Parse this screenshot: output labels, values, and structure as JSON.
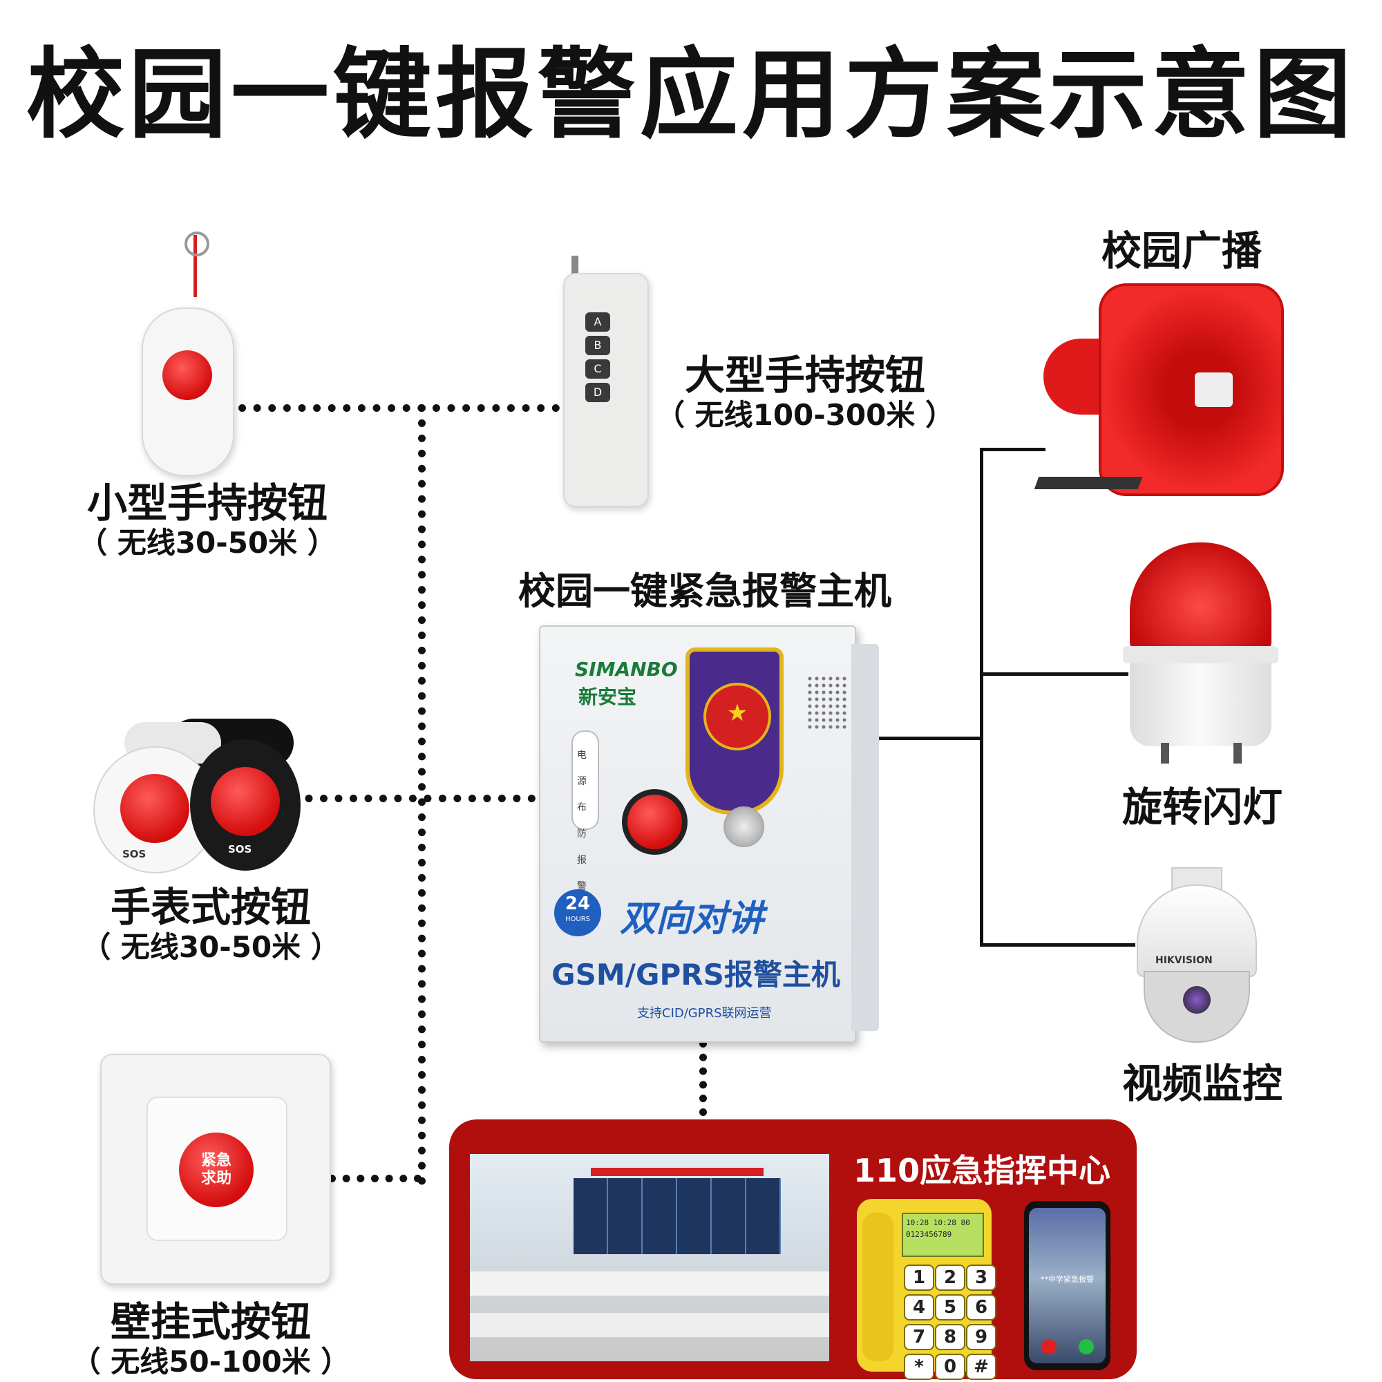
{
  "title": "校园一键报警应用方案示意图",
  "devices": {
    "small_button": {
      "name": "小型手持按钮",
      "range": "（ 无线30-50米 ）"
    },
    "large_button": {
      "name": "大型手持按钮",
      "range": "（ 无线100-300米 ）",
      "keys": [
        "A",
        "B",
        "C",
        "D"
      ]
    },
    "watch_button": {
      "name": "手表式按钮",
      "range": "（ 无线30-50米 ）",
      "sos": "SOS"
    },
    "wall_button": {
      "name": "壁挂式按钮",
      "range": "（ 无线50-100米 ）",
      "button_text": "紧急求助"
    }
  },
  "host": {
    "name": "校园一键紧急报警主机",
    "brand_en": "SIMANBO",
    "brand_cn": "新安宝",
    "indicators": [
      "电源",
      "布防",
      "报警"
    ],
    "hours_num": "24",
    "hours_text": "HOURS",
    "intercom": "双向对讲",
    "model": "GSM/GPRS报警主机",
    "support": "支持CID/GPRS联网运营"
  },
  "outputs": {
    "broadcast": "校园广播",
    "strobe": "旋转闪灯",
    "camera": "视频监控",
    "camera_brand": "HIKVISION"
  },
  "command_center": {
    "title": "110应急指挥中心",
    "phone_lcd1": "10:28 10:28 80",
    "phone_lcd2": "0123456789",
    "phone_keys": [
      "1",
      "2",
      "3",
      "4",
      "5",
      "6",
      "7",
      "8",
      "9",
      "*",
      "0",
      "#"
    ],
    "mobile_text": "**中学紧急报警"
  },
  "colors": {
    "red": "#d40d0d",
    "panel": "#b10e0e",
    "purple": "#4a2a8a"
  }
}
